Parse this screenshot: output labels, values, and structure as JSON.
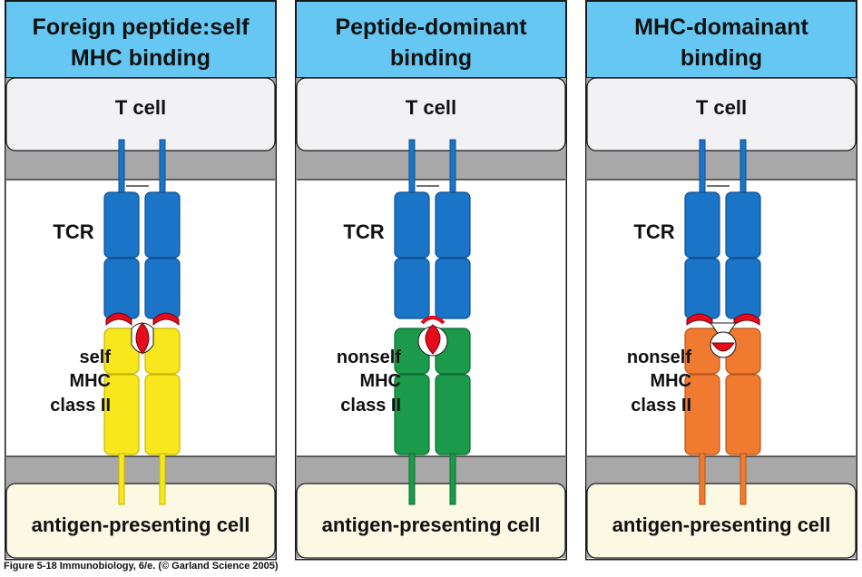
{
  "panels": [
    {
      "title_line1": "Foreign peptide:self",
      "title_line2": "MHC binding",
      "top_cell_label": "T  cell",
      "tcr_label": "TCR",
      "mhc_label_line1": "self",
      "mhc_label_line2": "MHC",
      "mhc_label_line3": "class II",
      "bottom_cell_label": "antigen-presenting cell",
      "mhc_color": "#f8e71c",
      "mhc_stroke": "#c4b800",
      "binding_mode": "peptide-and-mhc"
    },
    {
      "title_line1": "Peptide-dominant",
      "title_line2": "binding",
      "top_cell_label": "T  cell",
      "tcr_label": "TCR",
      "mhc_label_line1": "nonself",
      "mhc_label_line2": "MHC",
      "mhc_label_line3": "class II",
      "bottom_cell_label": "antigen-presenting cell",
      "mhc_color": "#1a9a4a",
      "mhc_stroke": "#0f6b32",
      "binding_mode": "peptide-dominant"
    },
    {
      "title_line1": "MHC-domainant",
      "title_line2": "binding",
      "top_cell_label": "T  cell",
      "tcr_label": "TCR",
      "mhc_label_line1": "nonself",
      "mhc_label_line2": "MHC",
      "mhc_label_line3": "class II",
      "bottom_cell_label": "antigen-presenting cell",
      "mhc_color": "#f07a30",
      "mhc_stroke": "#b9541a",
      "binding_mode": "mhc-dominant"
    }
  ],
  "caption": "Figure 5-18  Immunobiology, 6/e. (© Garland Science 2005)",
  "colors": {
    "title_bg": "#66c8f2",
    "tcr": "#1a74c8",
    "tcr_stroke": "#0d4f8f",
    "peptide": "#e30b1c",
    "t_cell_bg": "#f2f2f4",
    "apc_bg": "#fbf8e4",
    "membrane": "#a8a8a8"
  }
}
